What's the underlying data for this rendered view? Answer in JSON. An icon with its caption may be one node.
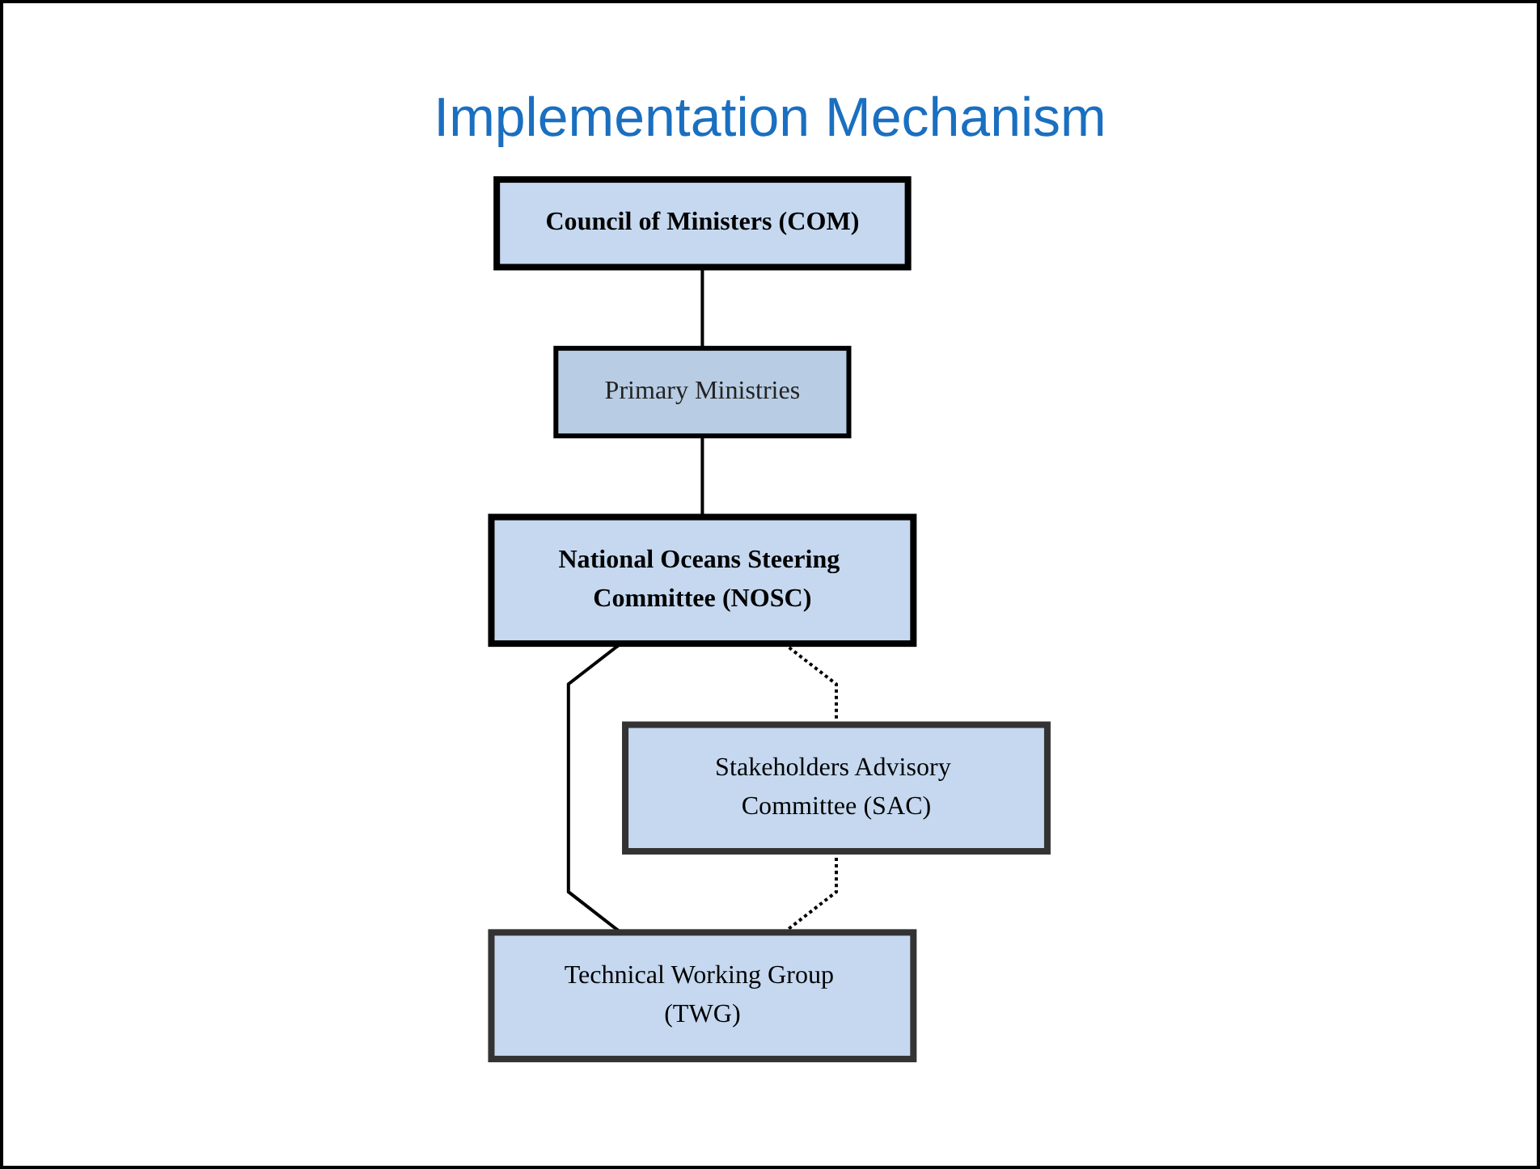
{
  "diagram": {
    "title": "Implementation Mechanism",
    "nodes": [
      {
        "text": [
          "Council of Ministers (COM)"
        ]
      },
      {
        "text": [
          "Primary Ministries"
        ]
      },
      {
        "text": [
          "National Oceans Steering Committee (NOSC)"
        ]
      },
      {
        "text": [
          "Stakeholders Advisory Committee (SAC)"
        ]
      },
      {
        "text": [
          "Technical Working Group (TWG)"
        ]
      }
    ],
    "edges": [
      {
        "from": 0,
        "to": 1,
        "arrow": "none"
      },
      {
        "from": 1,
        "to": 2,
        "arrow": "none"
      },
      {
        "from": 2,
        "to": 3,
        "arrow": "none",
        "style": "dashed"
      },
      {
        "from": 2,
        "to": 4,
        "arrow": "none"
      },
      {
        "from": 3,
        "to": 4,
        "arrow": "none",
        "style": "dashed"
      }
    ]
  }
}
